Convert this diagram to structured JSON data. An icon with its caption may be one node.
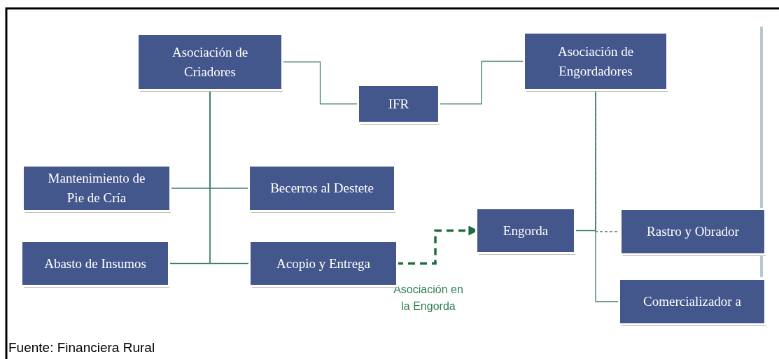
{
  "diagram": {
    "caption": "Fuente: Financiera Rural",
    "nodes": [
      {
        "text": [
          "Asociación de Criadores"
        ]
      },
      {
        "text": [
          "IFR"
        ]
      },
      {
        "text": [
          "Asociación de Engordadores"
        ]
      },
      {
        "text": [
          "Mantenimiento de Pie de Cría"
        ]
      },
      {
        "text": [
          "Becerros al Destete"
        ]
      },
      {
        "text": [
          "Engorda"
        ]
      },
      {
        "text": [
          "Rastro y Obrador"
        ]
      },
      {
        "text": [
          "Abasto de Insumos"
        ]
      },
      {
        "text": [
          "Acopio y Entrega"
        ]
      },
      {
        "text": [
          "Comercializador a"
        ]
      }
    ],
    "edges": [
      {
        "from": 0,
        "to": 1,
        "arrow": "none"
      },
      {
        "from": 1,
        "to": 2,
        "arrow": "none"
      },
      {
        "from": 0,
        "to": 3,
        "arrow": "none"
      },
      {
        "from": 0,
        "to": 4,
        "arrow": "none"
      },
      {
        "from": 0,
        "to": 7,
        "arrow": "none"
      },
      {
        "from": 0,
        "to": 8,
        "arrow": "none"
      },
      {
        "from": 2,
        "to": 5,
        "arrow": "none"
      },
      {
        "from": 2,
        "to": 6,
        "arrow": "none",
        "style": "dashed"
      },
      {
        "from": 2,
        "to": 9,
        "arrow": "none"
      },
      {
        "from": 8,
        "to": 5,
        "arrow": "to",
        "style": "dashed",
        "color": "#1e6b42",
        "label": "Asociación en la Engorda"
      }
    ]
  }
}
